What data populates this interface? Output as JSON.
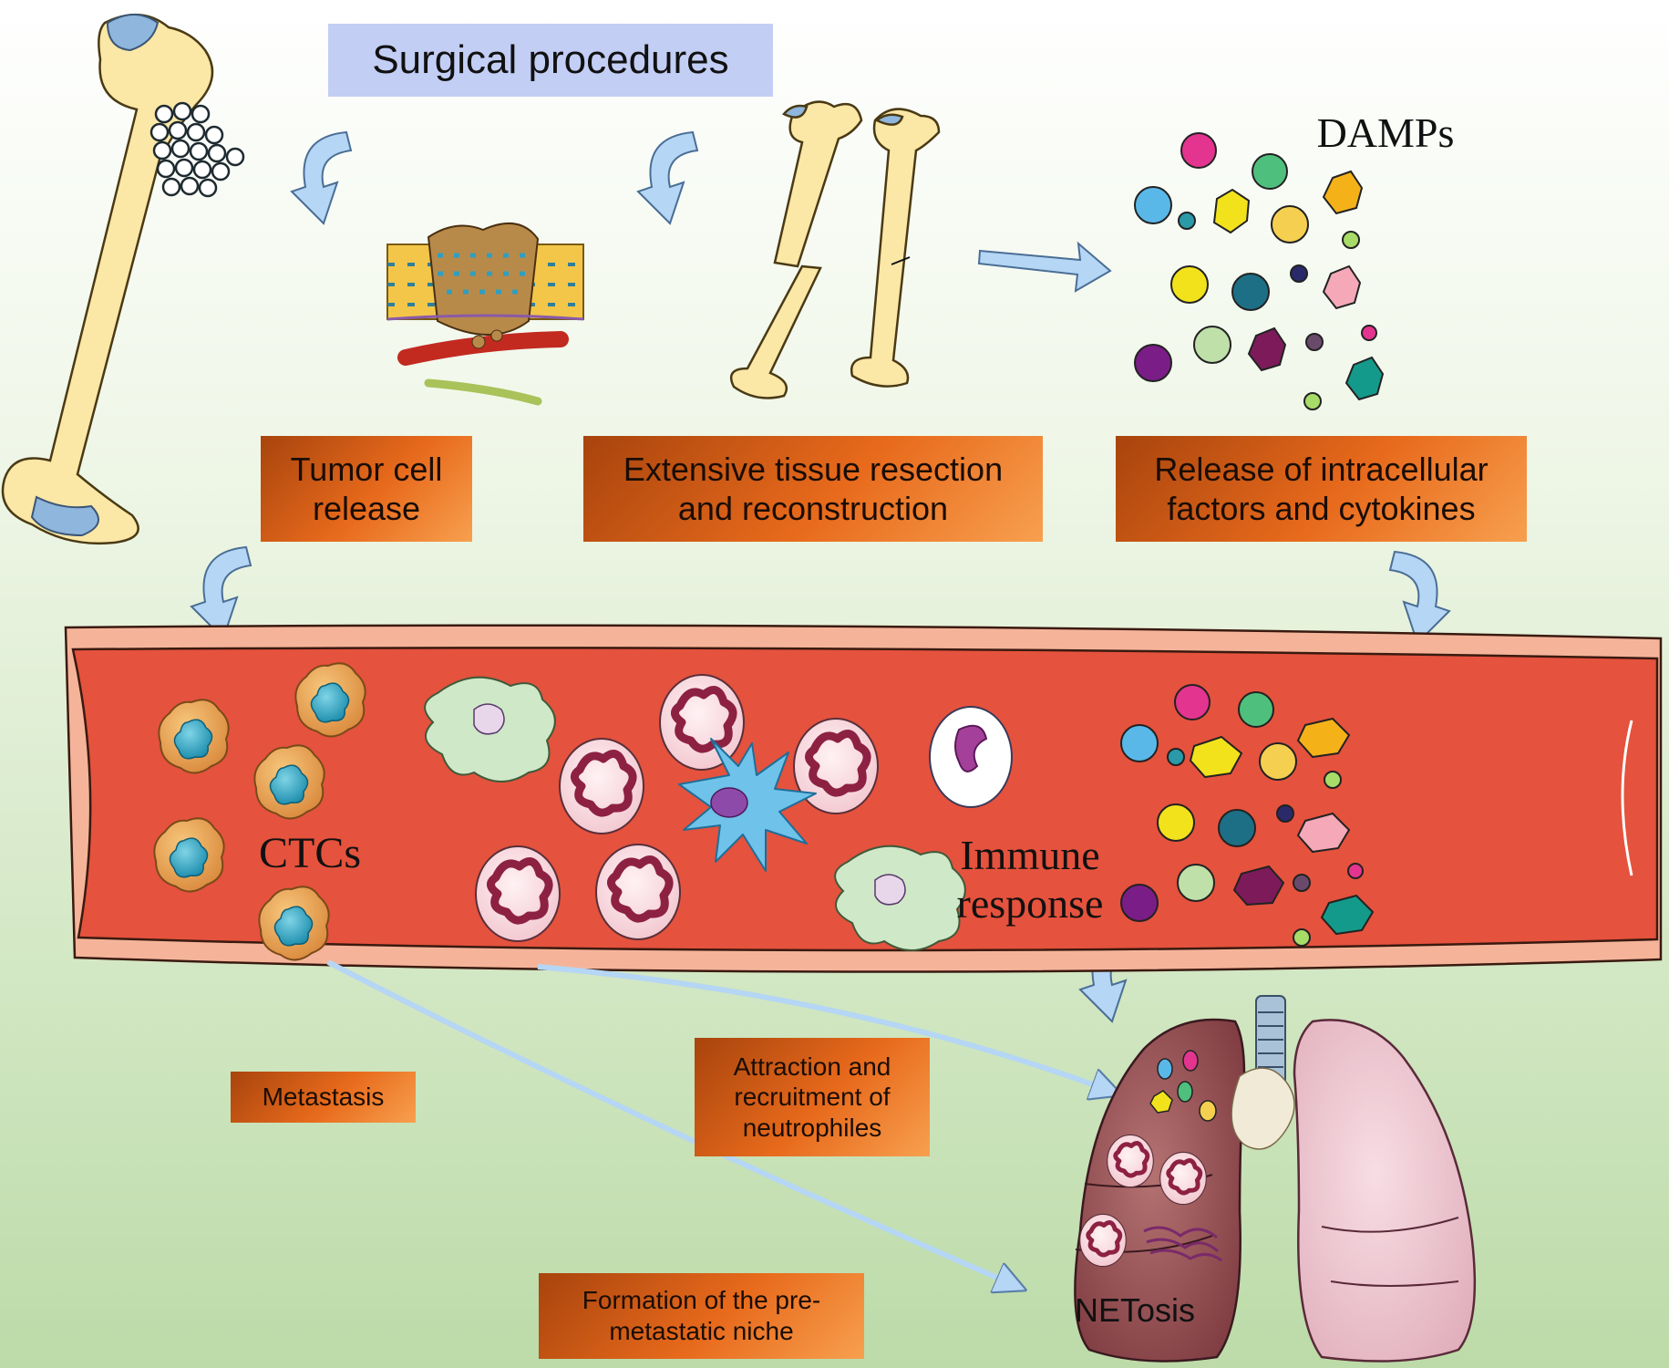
{
  "colors": {
    "background_top": "#ffffff",
    "background_bottom": "#bcdba8",
    "vessel_lumen": "#e5523d",
    "vessel_wall": "#f5b49a",
    "bone": "#fbe7a6",
    "bone_cartilage": "#8fb6dc",
    "arrow": "#b5d6f4",
    "label_box": "#e86a1c",
    "title_box": "#c3cef5"
  },
  "labels": {
    "surgical": "Surgical procedures",
    "tumor_release": "Tumor cell release",
    "tissue_resection": "Extensive tissue resection and reconstruction",
    "intracellular": "Release of intracellular factors and cytokines",
    "damps": "DAMPs",
    "ctcs": "CTCs",
    "immune": "Immune response",
    "metastasis": "Metastasis",
    "attraction": "Attraction and recruitment of neutrophiles",
    "premetastatic": "Formation of  the pre-metastatic niche",
    "netosis": "NETosis"
  },
  "icons": [
    "femur-with-tumor",
    "tumor-tissue-with-blood-vessel",
    "fractured-bones",
    "damp-particles",
    "circulating-tumor-cells",
    "neutrophils",
    "dendritic-cell",
    "monocytes",
    "lungs",
    "curved-arrows"
  ]
}
